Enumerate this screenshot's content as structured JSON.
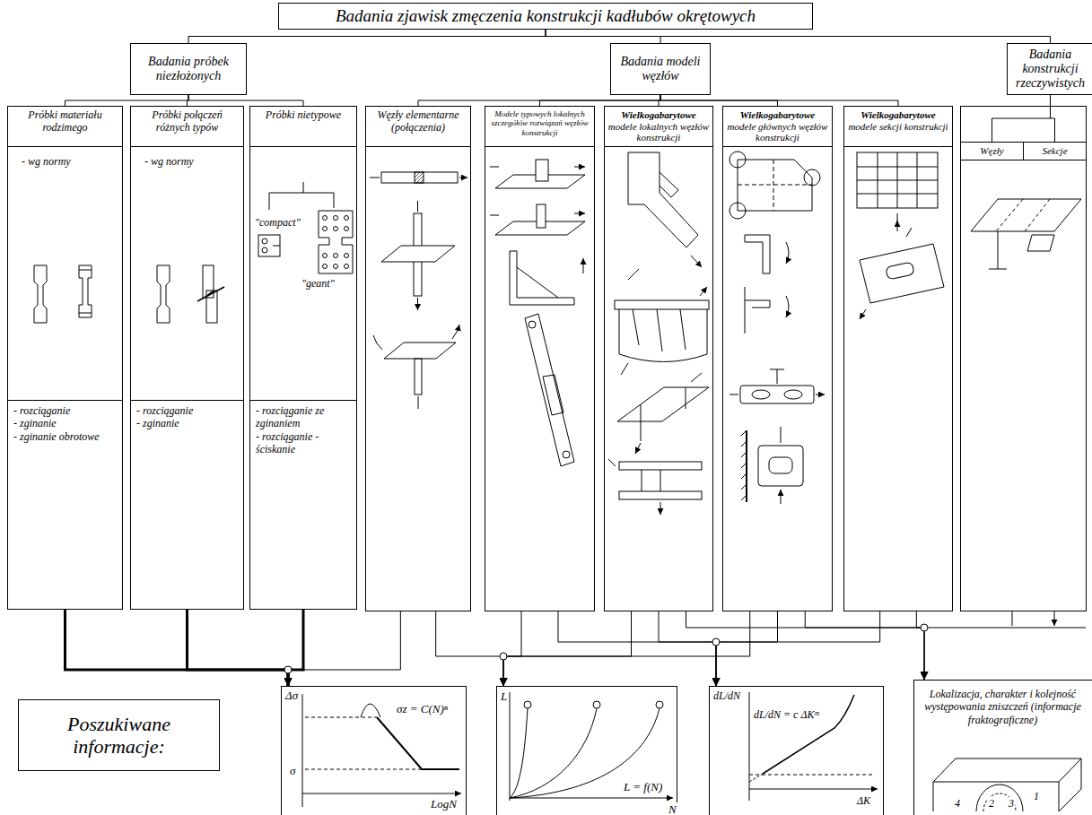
{
  "diagram": {
    "nodes": [
      {
        "text": [
          "Badania zjawisk zmęczenia konstrukcji kadłubów okrętowych"
        ]
      },
      {
        "text": [
          "Badania próbek niezłożonych"
        ]
      },
      {
        "text": [
          "Badania modeli węzłów"
        ]
      },
      {
        "text": [
          "Badania konstrukcji rzeczywistych"
        ]
      },
      {
        "text": [
          "Próbki materiału rodzimego",
          "- wg normy",
          "- rozciąganie",
          "- zginanie",
          "- zginanie obrotowe"
        ]
      },
      {
        "text": [
          "Próbki połączeń różnych typów",
          "- wg normy",
          "- rozciąganie",
          "- zginanie"
        ]
      },
      {
        "text": [
          "Próbki nietypowe",
          "\"compact\"",
          "\"geant\"",
          "- rozciąganie ze zginaniem",
          "- rozciąganie - ściskanie"
        ]
      },
      {
        "text": [
          "Węzły elementarne (połączenia)"
        ]
      },
      {
        "text": [
          "Modele typowych lokalnych szczegółów rozwiązań węzłów konstrukcji"
        ]
      },
      {
        "text": [
          "Wielkogabarytowe",
          "modele lokalnych węzłów konstrukcji"
        ]
      },
      {
        "text": [
          "Wielkogabarytowe",
          "modele głównych węzłów konstrukcji"
        ]
      },
      {
        "text": [
          "Wielkogabarytowe",
          "modele sekcji konstrukcji"
        ]
      },
      {
        "text": [
          "Węzły"
        ]
      },
      {
        "text": [
          "Sekcje"
        ]
      },
      {
        "text": [
          "Poszukiwane informacje:"
        ]
      },
      {
        "text": [
          "Δσ",
          "σ",
          "σz = C(N)ⁿ",
          "LogN"
        ]
      },
      {
        "text": [
          "L",
          "L = f(N)",
          "N"
        ]
      },
      {
        "text": [
          "dL/dN",
          "dL/dN = c ΔKᵐ",
          "ΔK"
        ]
      },
      {
        "text": [
          "Lokalizacja, charakter i kolejność występowania zniszczeń (informacje fraktograficzne)",
          "1",
          "2",
          "3",
          "4"
        ]
      }
    ],
    "edges": [
      {
        "from": 0,
        "to": 1,
        "arrow": "none"
      },
      {
        "from": 0,
        "to": 2,
        "arrow": "none"
      },
      {
        "from": 0,
        "to": 3,
        "arrow": "none"
      },
      {
        "from": 1,
        "to": 4,
        "arrow": "none"
      },
      {
        "from": 1,
        "to": 5,
        "arrow": "none"
      },
      {
        "from": 1,
        "to": 6,
        "arrow": "none"
      },
      {
        "from": 2,
        "to": 7,
        "arrow": "none"
      },
      {
        "from": 2,
        "to": 8,
        "arrow": "none"
      },
      {
        "from": 2,
        "to": 9,
        "arrow": "none"
      },
      {
        "from": 2,
        "to": 10,
        "arrow": "none"
      },
      {
        "from": 2,
        "to": 11,
        "arrow": "none"
      },
      {
        "from": 3,
        "to": 12,
        "arrow": "none"
      },
      {
        "from": 3,
        "to": 13,
        "arrow": "none"
      },
      {
        "from": 4,
        "to": 15,
        "arrow": "to"
      },
      {
        "from": 5,
        "to": 15,
        "arrow": "to"
      },
      {
        "from": 6,
        "to": 15,
        "arrow": "to"
      },
      {
        "from": 7,
        "to": 15,
        "arrow": "to"
      },
      {
        "from": 7,
        "to": 16,
        "arrow": "to"
      },
      {
        "from": 8,
        "to": 16,
        "arrow": "to"
      },
      {
        "from": 9,
        "to": 16,
        "arrow": "to"
      },
      {
        "from": 10,
        "to": 16,
        "arrow": "to"
      },
      {
        "from": 8,
        "to": 17,
        "arrow": "to"
      },
      {
        "from": 9,
        "to": 17,
        "arrow": "to"
      },
      {
        "from": 10,
        "to": 17,
        "arrow": "to"
      },
      {
        "from": 11,
        "to": 17,
        "arrow": "to"
      },
      {
        "from": 9,
        "to": 18,
        "arrow": "to"
      },
      {
        "from": 10,
        "to": 18,
        "arrow": "to"
      },
      {
        "from": 11,
        "to": 18,
        "arrow": "to"
      }
    ]
  }
}
